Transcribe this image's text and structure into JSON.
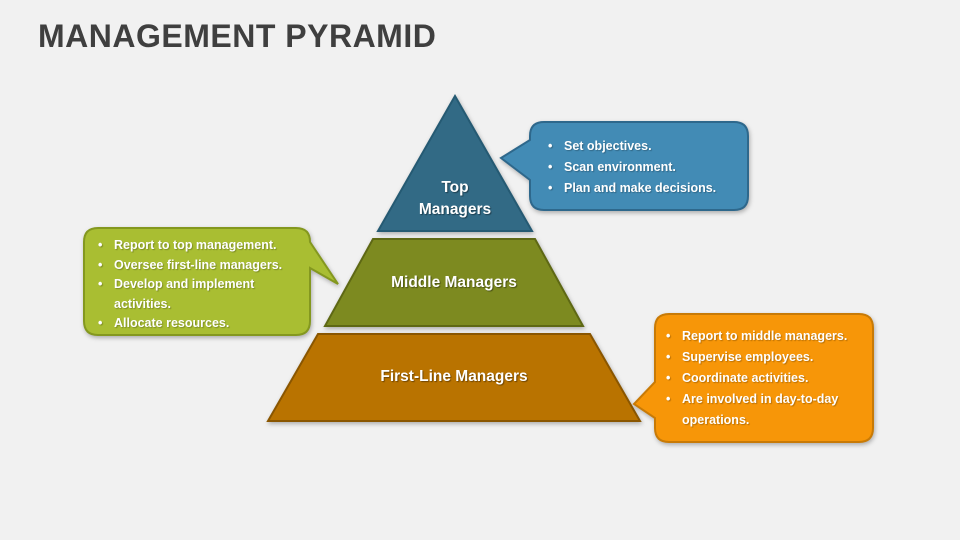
{
  "slide": {
    "title": "MANAGEMENT PYRAMID",
    "background": "#f1f1f1",
    "title_color": "#3f3f3f"
  },
  "pyramid": {
    "tiers": [
      {
        "label": "Top Managers",
        "fill": "#326a85",
        "stroke": "#255a73"
      },
      {
        "label": "Middle Managers",
        "fill": "#7d8a20",
        "stroke": "#5e6814"
      },
      {
        "label": "First-Line Managers",
        "fill": "#b97300",
        "stroke": "#8a5600"
      }
    ]
  },
  "callouts": [
    {
      "for": "Top Managers",
      "fill": "#428bb5",
      "stroke": "#2e688c",
      "items": [
        "Set objectives.",
        "Scan environment.",
        "Plan and make decisions."
      ]
    },
    {
      "for": "Middle Managers",
      "fill": "#a9be32",
      "stroke": "#84981f",
      "items": [
        "Report to top management.",
        "Oversee first-line managers.",
        "Develop and implement activities.",
        "Allocate resources."
      ]
    },
    {
      "for": "First-Line Managers",
      "fill": "#f79608",
      "stroke": "#c87a06",
      "items": [
        "Report to middle managers.",
        "Supervise employees.",
        "Coordinate activities.",
        "Are involved in day-to-day operations."
      ]
    }
  ]
}
